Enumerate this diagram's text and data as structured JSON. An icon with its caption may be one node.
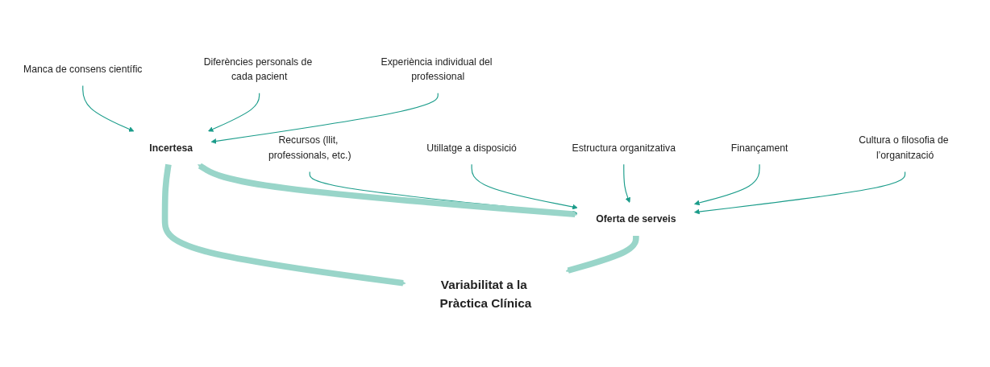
{
  "diagram": {
    "nodes": [
      {
        "text": [
          "Experiència individual del professional"
        ]
      },
      {
        "text": [
          "Diferències personals de cada pacient"
        ]
      },
      {
        "text": [
          "Manca de consens científic"
        ]
      },
      {
        "text": [
          "Incertesa"
        ]
      },
      {
        "text": [
          "Oferta de serveis"
        ]
      },
      {
        "text": [
          "Recursos (llit, professionals, etc.)"
        ]
      },
      {
        "text": [
          "Utillatge a disposició"
        ]
      },
      {
        "text": [
          "Estructura organitzativa"
        ]
      },
      {
        "text": [
          "Finançament"
        ]
      },
      {
        "text": [
          "Cultura o filosofia de l’organització"
        ]
      },
      {
        "text": [
          "Variabilitat a la Pràctica Clínica"
        ]
      }
    ],
    "edges": [
      {
        "from": 0,
        "to": 3,
        "arrow": "to"
      },
      {
        "from": 1,
        "to": 3,
        "arrow": "to"
      },
      {
        "from": 2,
        "to": 3,
        "arrow": "to"
      },
      {
        "from": 5,
        "to": 4,
        "arrow": "to"
      },
      {
        "from": 6,
        "to": 4,
        "arrow": "to"
      },
      {
        "from": 7,
        "to": 4,
        "arrow": "to"
      },
      {
        "from": 8,
        "to": 4,
        "arrow": "to"
      },
      {
        "from": 9,
        "to": 4,
        "arrow": "to"
      },
      {
        "from": 3,
        "to": 4,
        "arrow": "both",
        "style": "thick",
        "color": "#99d5c9"
      },
      {
        "from": 3,
        "to": 10,
        "arrow": "to",
        "style": "thick",
        "color": "#99d5c9"
      },
      {
        "from": 4,
        "to": 10,
        "arrow": "to",
        "style": "thick",
        "color": "#99d5c9"
      }
    ]
  }
}
